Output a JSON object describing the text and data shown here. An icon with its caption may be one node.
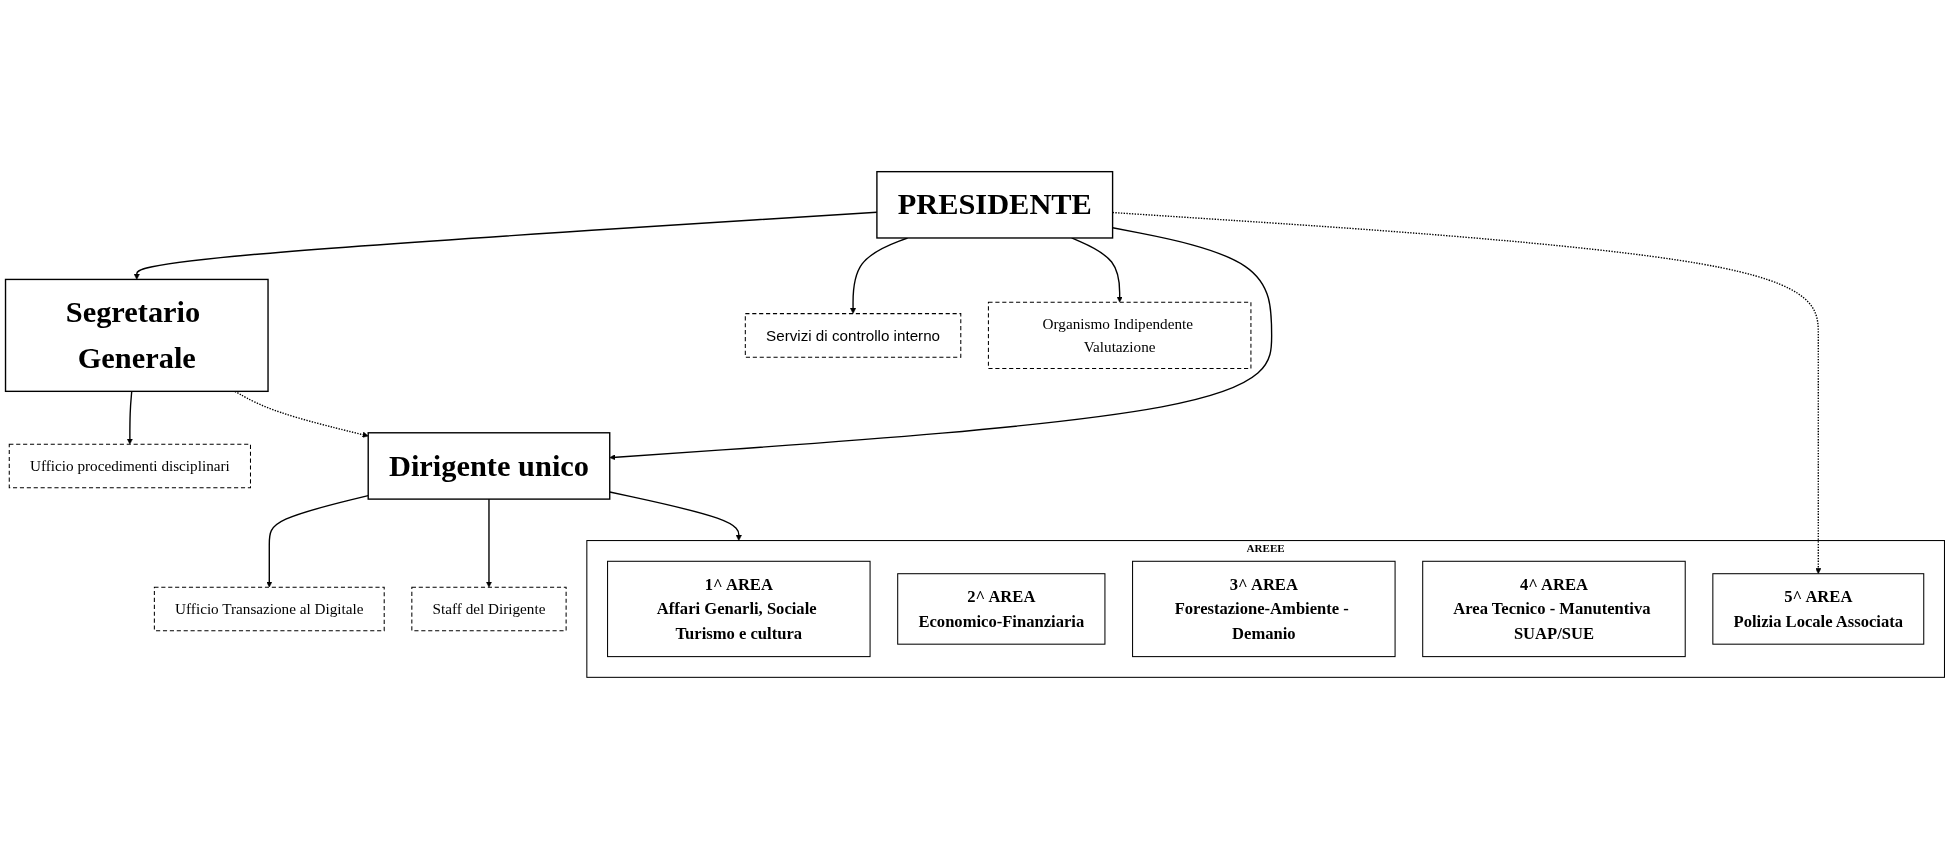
{
  "diagram": {
    "nodes": [
      {
        "text": [
          "PRESIDENTE"
        ]
      },
      {
        "text": [
          "Segretario Generale"
        ]
      },
      {
        "text": [
          "Servizi di controllo interno"
        ]
      },
      {
        "text": [
          "Organismo Indipendente Valutazione"
        ]
      },
      {
        "text": [
          "Ufficio procedimenti disciplinari"
        ]
      },
      {
        "text": [
          "Ufficio Transazione al Digitale"
        ]
      },
      {
        "text": [
          "Dirigente unico"
        ]
      },
      {
        "text": [
          "Staff del Dirigente"
        ]
      },
      {
        "text": [
          "AREEE"
        ]
      },
      {
        "text": [
          "1^ AREA",
          "Affari Genarli, Sociale Turismo e cultura"
        ],
        "in": 8
      },
      {
        "text": [
          "2^ AREA",
          "Economico-Finanziaria"
        ],
        "in": 8
      },
      {
        "text": [
          "3^ AREA",
          "Forestazione-Ambiente - Demanio"
        ],
        "in": 8
      },
      {
        "text": [
          "4^ AREA",
          "Area Tecnico - Manutentiva SUAP/SUE"
        ],
        "in": 8
      },
      {
        "text": [
          "5^ AREA",
          "Polizia Locale Associata"
        ],
        "in": 8
      }
    ],
    "edges": [
      {
        "from": 0,
        "to": 1,
        "arrow": "to"
      },
      {
        "from": 0,
        "to": 2,
        "arrow": "to"
      },
      {
        "from": 0,
        "to": 3,
        "arrow": "to"
      },
      {
        "from": 0,
        "to": 6,
        "arrow": "to"
      },
      {
        "from": 1,
        "to": 4,
        "arrow": "to"
      },
      {
        "from": 1,
        "to": 6,
        "arrow": "to",
        "style": "dashed"
      },
      {
        "from": 0,
        "to": 13,
        "arrow": "to",
        "style": "dashed"
      },
      {
        "from": 6,
        "to": 5,
        "arrow": "to"
      },
      {
        "from": 6,
        "to": 7,
        "arrow": "to"
      },
      {
        "from": 6,
        "to": 8,
        "arrow": "to"
      }
    ]
  }
}
